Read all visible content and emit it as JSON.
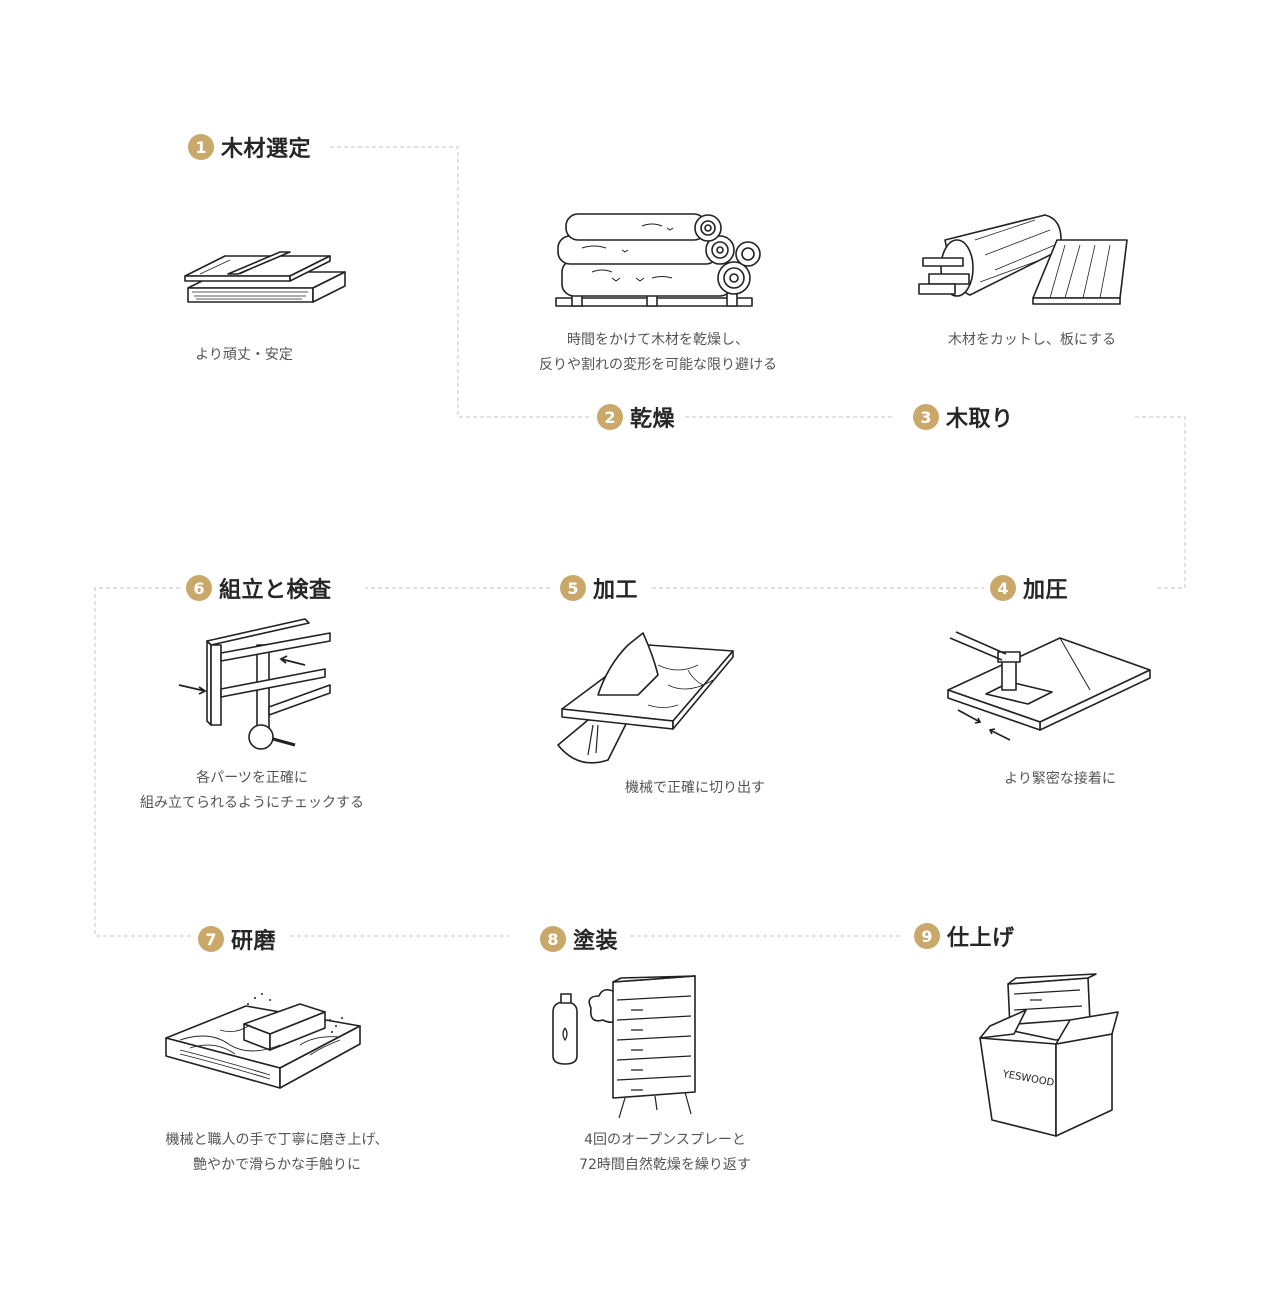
{
  "accent_color": "#c9a86a",
  "steps": [
    {
      "num": "1",
      "name": "木材選定",
      "desc": [
        "より頑丈・安定"
      ],
      "icon": "wood-planks-icon"
    },
    {
      "num": "2",
      "name": "乾燥",
      "desc": [
        "時間をかけて木材を乾燥し、",
        "反りや割れの変形を可能な限り避ける"
      ],
      "icon": "log-pile-icon"
    },
    {
      "num": "3",
      "name": "木取り",
      "desc": [
        "木材をカットし、板にする"
      ],
      "icon": "log-cutting-icon"
    },
    {
      "num": "4",
      "name": "加圧",
      "desc": [
        "より緊密な接着に"
      ],
      "icon": "press-clamp-icon"
    },
    {
      "num": "5",
      "name": "加工",
      "desc": [
        "機械で正確に切り出す"
      ],
      "icon": "table-saw-icon"
    },
    {
      "num": "6",
      "name": "組立と検査",
      "desc": [
        "各パーツを正確に",
        "組み立てられるようにチェックする"
      ],
      "icon": "frame-assembly-icon"
    },
    {
      "num": "7",
      "name": "研磨",
      "desc": [
        "機械と職人の手で丁寧に磨き上げ、",
        "艶やかで滑らかな手触りに"
      ],
      "icon": "sanding-block-icon"
    },
    {
      "num": "8",
      "name": "塗装",
      "desc": [
        "4回のオープンスプレーと",
        "72時間自然乾燥を繰り返す"
      ],
      "icon": "spray-cabinet-icon"
    },
    {
      "num": "9",
      "name": "仕上げ",
      "desc": [],
      "icon": "packed-box-icon",
      "box_label": "YESWOOD"
    }
  ]
}
